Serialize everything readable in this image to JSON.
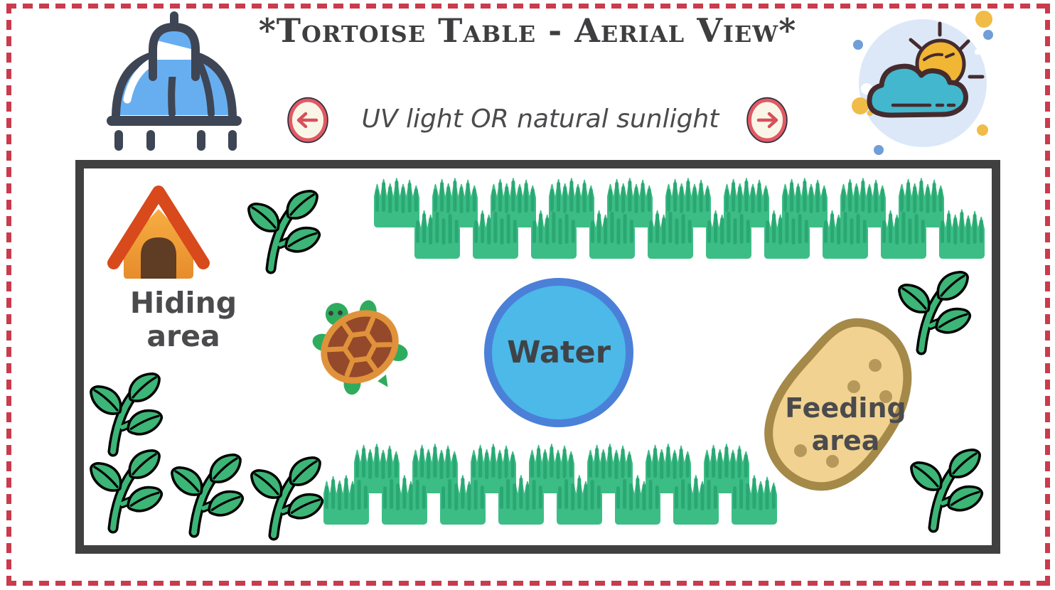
{
  "header": {
    "title": "*Tortoise Table - Aerial View*",
    "light_label": "UV light OR natural sunlight"
  },
  "table": {
    "hiding_area_label": "Hiding\narea",
    "water_label": "Water",
    "feeding_area_label": "Feeding\narea"
  },
  "icons": {
    "top_left": "dome-enclosure-icon",
    "left_of_label": "arrow-left-icon",
    "right_of_label": "arrow-right-icon",
    "top_right": "sun-cloud-icon",
    "hiding": "dog-house-icon",
    "animal": "tortoise-icon",
    "plants": "plant-sprig-icon",
    "grass": "grass-patch-icon"
  },
  "colors": {
    "border_dash": "#c93b4d",
    "table_border": "#404040",
    "title_text": "#3e3e40",
    "body_text": "#4b4b4d",
    "grass": "#3dbd86",
    "grass_dark": "#2aa873",
    "sprig_green": "#3cb577",
    "water_fill": "#4cb9e9",
    "water_border": "#4b80d8",
    "feeding_fill": "#f1d290",
    "feeding_border": "#a58948",
    "feeding_spot": "#b6985b",
    "house_roof": "#d8491b",
    "house_body": "#f2a53c",
    "house_door": "#5f3c24",
    "turtle_shell": "#94492a",
    "turtle_trim": "#e0923b",
    "turtle_green": "#2fab5e",
    "dome_blue": "#67aef1",
    "dome_outline": "#3e4554",
    "sun_yellow": "#f0b634",
    "cloud_teal": "#42b7cd",
    "icon_outline_brown": "#452b2e",
    "sky_circle": "#dce8f8",
    "arrow_ring": "#e15964",
    "arrow_fill": "#faf6e7",
    "arrow_glyph": "#d5505c"
  }
}
